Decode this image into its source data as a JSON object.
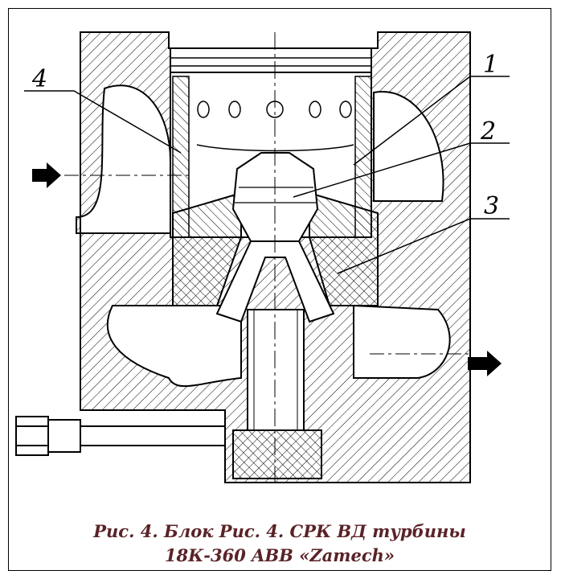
{
  "labels": {
    "l1": "1",
    "l2": "2",
    "l3": "3",
    "l4": "4"
  },
  "caption": {
    "line1": "Рис. 4. Блок Рис. 4. СРК ВД турбины",
    "line2": "18К-360 ABB «Zamech»"
  },
  "colors": {
    "caption": "#5a2327",
    "lines": "#000000"
  }
}
